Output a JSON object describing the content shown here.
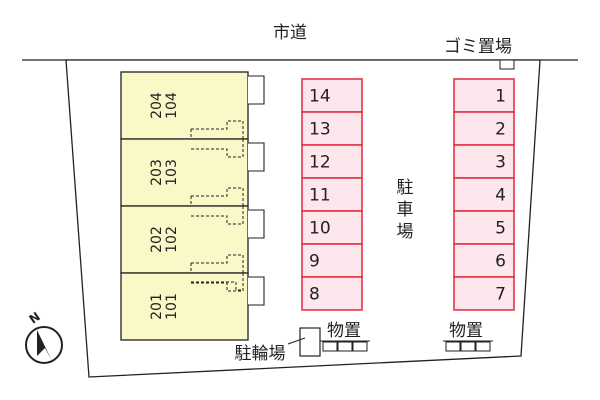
{
  "road": {
    "label": "市道"
  },
  "garbage": {
    "label": "ゴミ置場"
  },
  "parking": {
    "label_chars": [
      "駐",
      "車",
      "場"
    ],
    "left_column": [
      "14",
      "13",
      "12",
      "11",
      "10",
      "9",
      "8"
    ],
    "right_column": [
      "1",
      "2",
      "3",
      "4",
      "5",
      "6",
      "7"
    ]
  },
  "building": {
    "units": [
      {
        "upper": "204",
        "lower": "104"
      },
      {
        "upper": "203",
        "lower": "103"
      },
      {
        "upper": "202",
        "lower": "102"
      },
      {
        "upper": "201",
        "lower": "101"
      }
    ]
  },
  "bicycle_parking": {
    "label": "駐輪場"
  },
  "storage": {
    "label_left": "物置",
    "label_right": "物置"
  },
  "compass": {
    "label": "N"
  },
  "colors": {
    "building_fill": "#fbf8c8",
    "parking_stroke": "#e02a3c",
    "parking_fill": "#fde6ec",
    "line": "#222222",
    "lot_fill": "#ffffff"
  }
}
